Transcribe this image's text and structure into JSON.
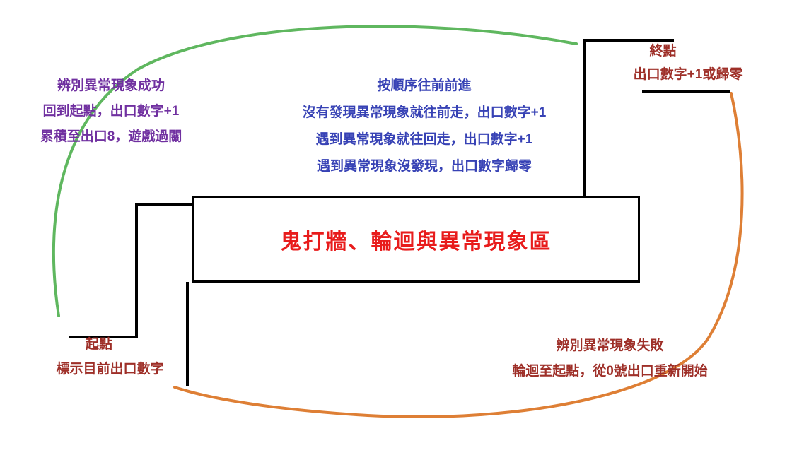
{
  "colors": {
    "success_path_green": "#5fb75f",
    "failure_path_orange": "#de7f35",
    "note_purple": "#7030a0",
    "note_blue": "#3742b5",
    "note_dark_red": "#9e2f28",
    "title_red": "#e81c1c",
    "line_black": "#000000"
  },
  "center_box": {
    "title": "鬼打牆、輪迴與異常現象區"
  },
  "rules_notes": {
    "lines": [
      "按順序往前前進",
      "沒有發現異常現象就往前走，出口數字+1",
      "遇到異常現象就往回走，出口數字+1",
      "遇到異常現象沒發現，出口數字歸零"
    ]
  },
  "success_notes": {
    "lines": [
      "辨別異常現象成功",
      "回到起點，出口數字+1",
      "累積至出口8，遊戲過關"
    ]
  },
  "end_point": {
    "label": "終點",
    "note": "出口數字+1或歸零"
  },
  "start_point": {
    "label": "起點",
    "note": "標示目前出口數字"
  },
  "failure_notes": {
    "lines": [
      "辨別異常現象失敗",
      "輪迴至起點，從0號出口重新開始"
    ]
  }
}
